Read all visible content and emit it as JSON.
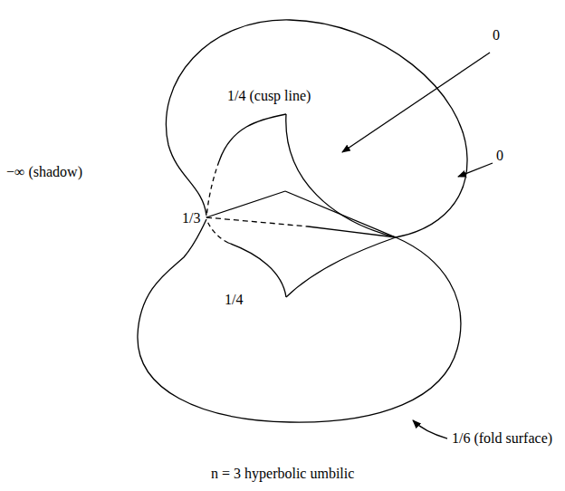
{
  "diagram": {
    "caption": "n = 3 hyperbolic umbilic",
    "labels": [
      "0",
      "0",
      "1/4 (cusp line)",
      "−∞ (shadow)",
      "1/3",
      "1/4",
      "1/6 (fold surface)"
    ]
  }
}
